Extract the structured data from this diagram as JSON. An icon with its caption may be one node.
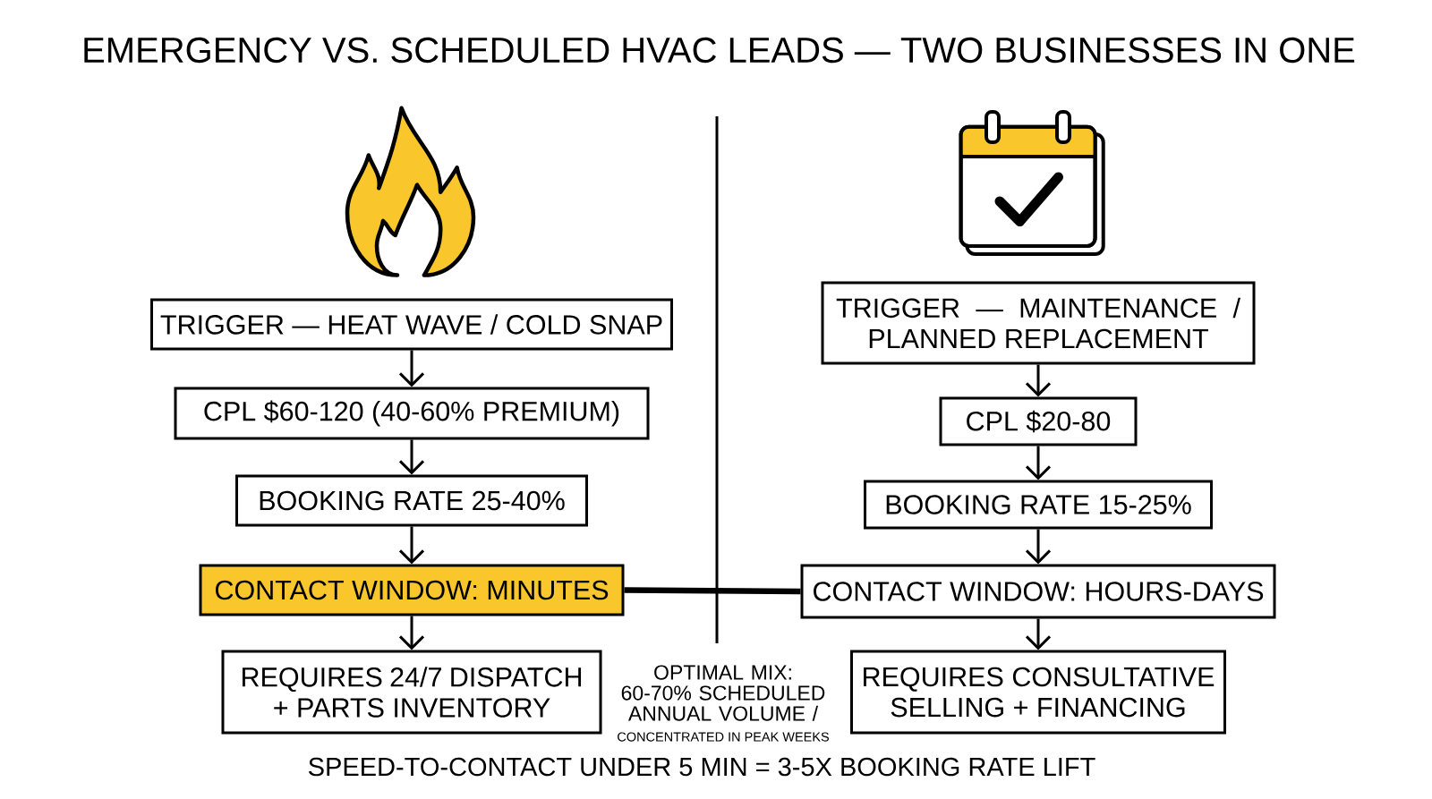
{
  "diagram": {
    "title": "EMERGENCY VS. SCHEDULED HVAC LEADS — TWO BUSINESSES IN ONE",
    "nodes": [
      {
        "text": [
          "TRIGGER — HEAT WAVE / COLD SNAP"
        ]
      },
      {
        "text": [
          "CPL $60-120 (40-60% PREMIUM)"
        ]
      },
      {
        "text": [
          "BOOKING RATE 25-40%"
        ]
      },
      {
        "text": [
          "CONTACT WINDOW: MINUTES"
        ]
      },
      {
        "text": [
          "REQUIRES 24/7 DISPATCH + PARTS INVENTORY"
        ]
      },
      {
        "text": [
          "TRIGGER — MAINTENANCE / PLANNED REPLACEMENT"
        ]
      },
      {
        "text": [
          "CPL $20-80"
        ]
      },
      {
        "text": [
          "BOOKING RATE 15-25%"
        ]
      },
      {
        "text": [
          "CONTACT WINDOW: HOURS-DAYS"
        ]
      },
      {
        "text": [
          "REQUIRES CONSULTATIVE SELLING + FINANCING"
        ]
      }
    ],
    "edges": [
      {
        "from": 0,
        "to": 1,
        "arrow": "to"
      },
      {
        "from": 1,
        "to": 2,
        "arrow": "to"
      },
      {
        "from": 2,
        "to": 3,
        "arrow": "to"
      },
      {
        "from": 3,
        "to": 4,
        "arrow": "to"
      },
      {
        "from": 5,
        "to": 6,
        "arrow": "to"
      },
      {
        "from": 6,
        "to": 7,
        "arrow": "to"
      },
      {
        "from": 7,
        "to": 8,
        "arrow": "to"
      },
      {
        "from": 8,
        "to": 9,
        "arrow": "to"
      },
      {
        "from": 3,
        "to": 8,
        "arrow": "none",
        "style": "thick"
      }
    ],
    "labels": [
      "OPTIMAL MIX: 60-70% SCHEDULED ANNUAL VOLUME /",
      "CONCENTRATED IN PEAK WEEKS",
      "SPEED-TO-CONTACT UNDER 5 MIN = 3-5X BOOKING RATE LIFT"
    ]
  }
}
